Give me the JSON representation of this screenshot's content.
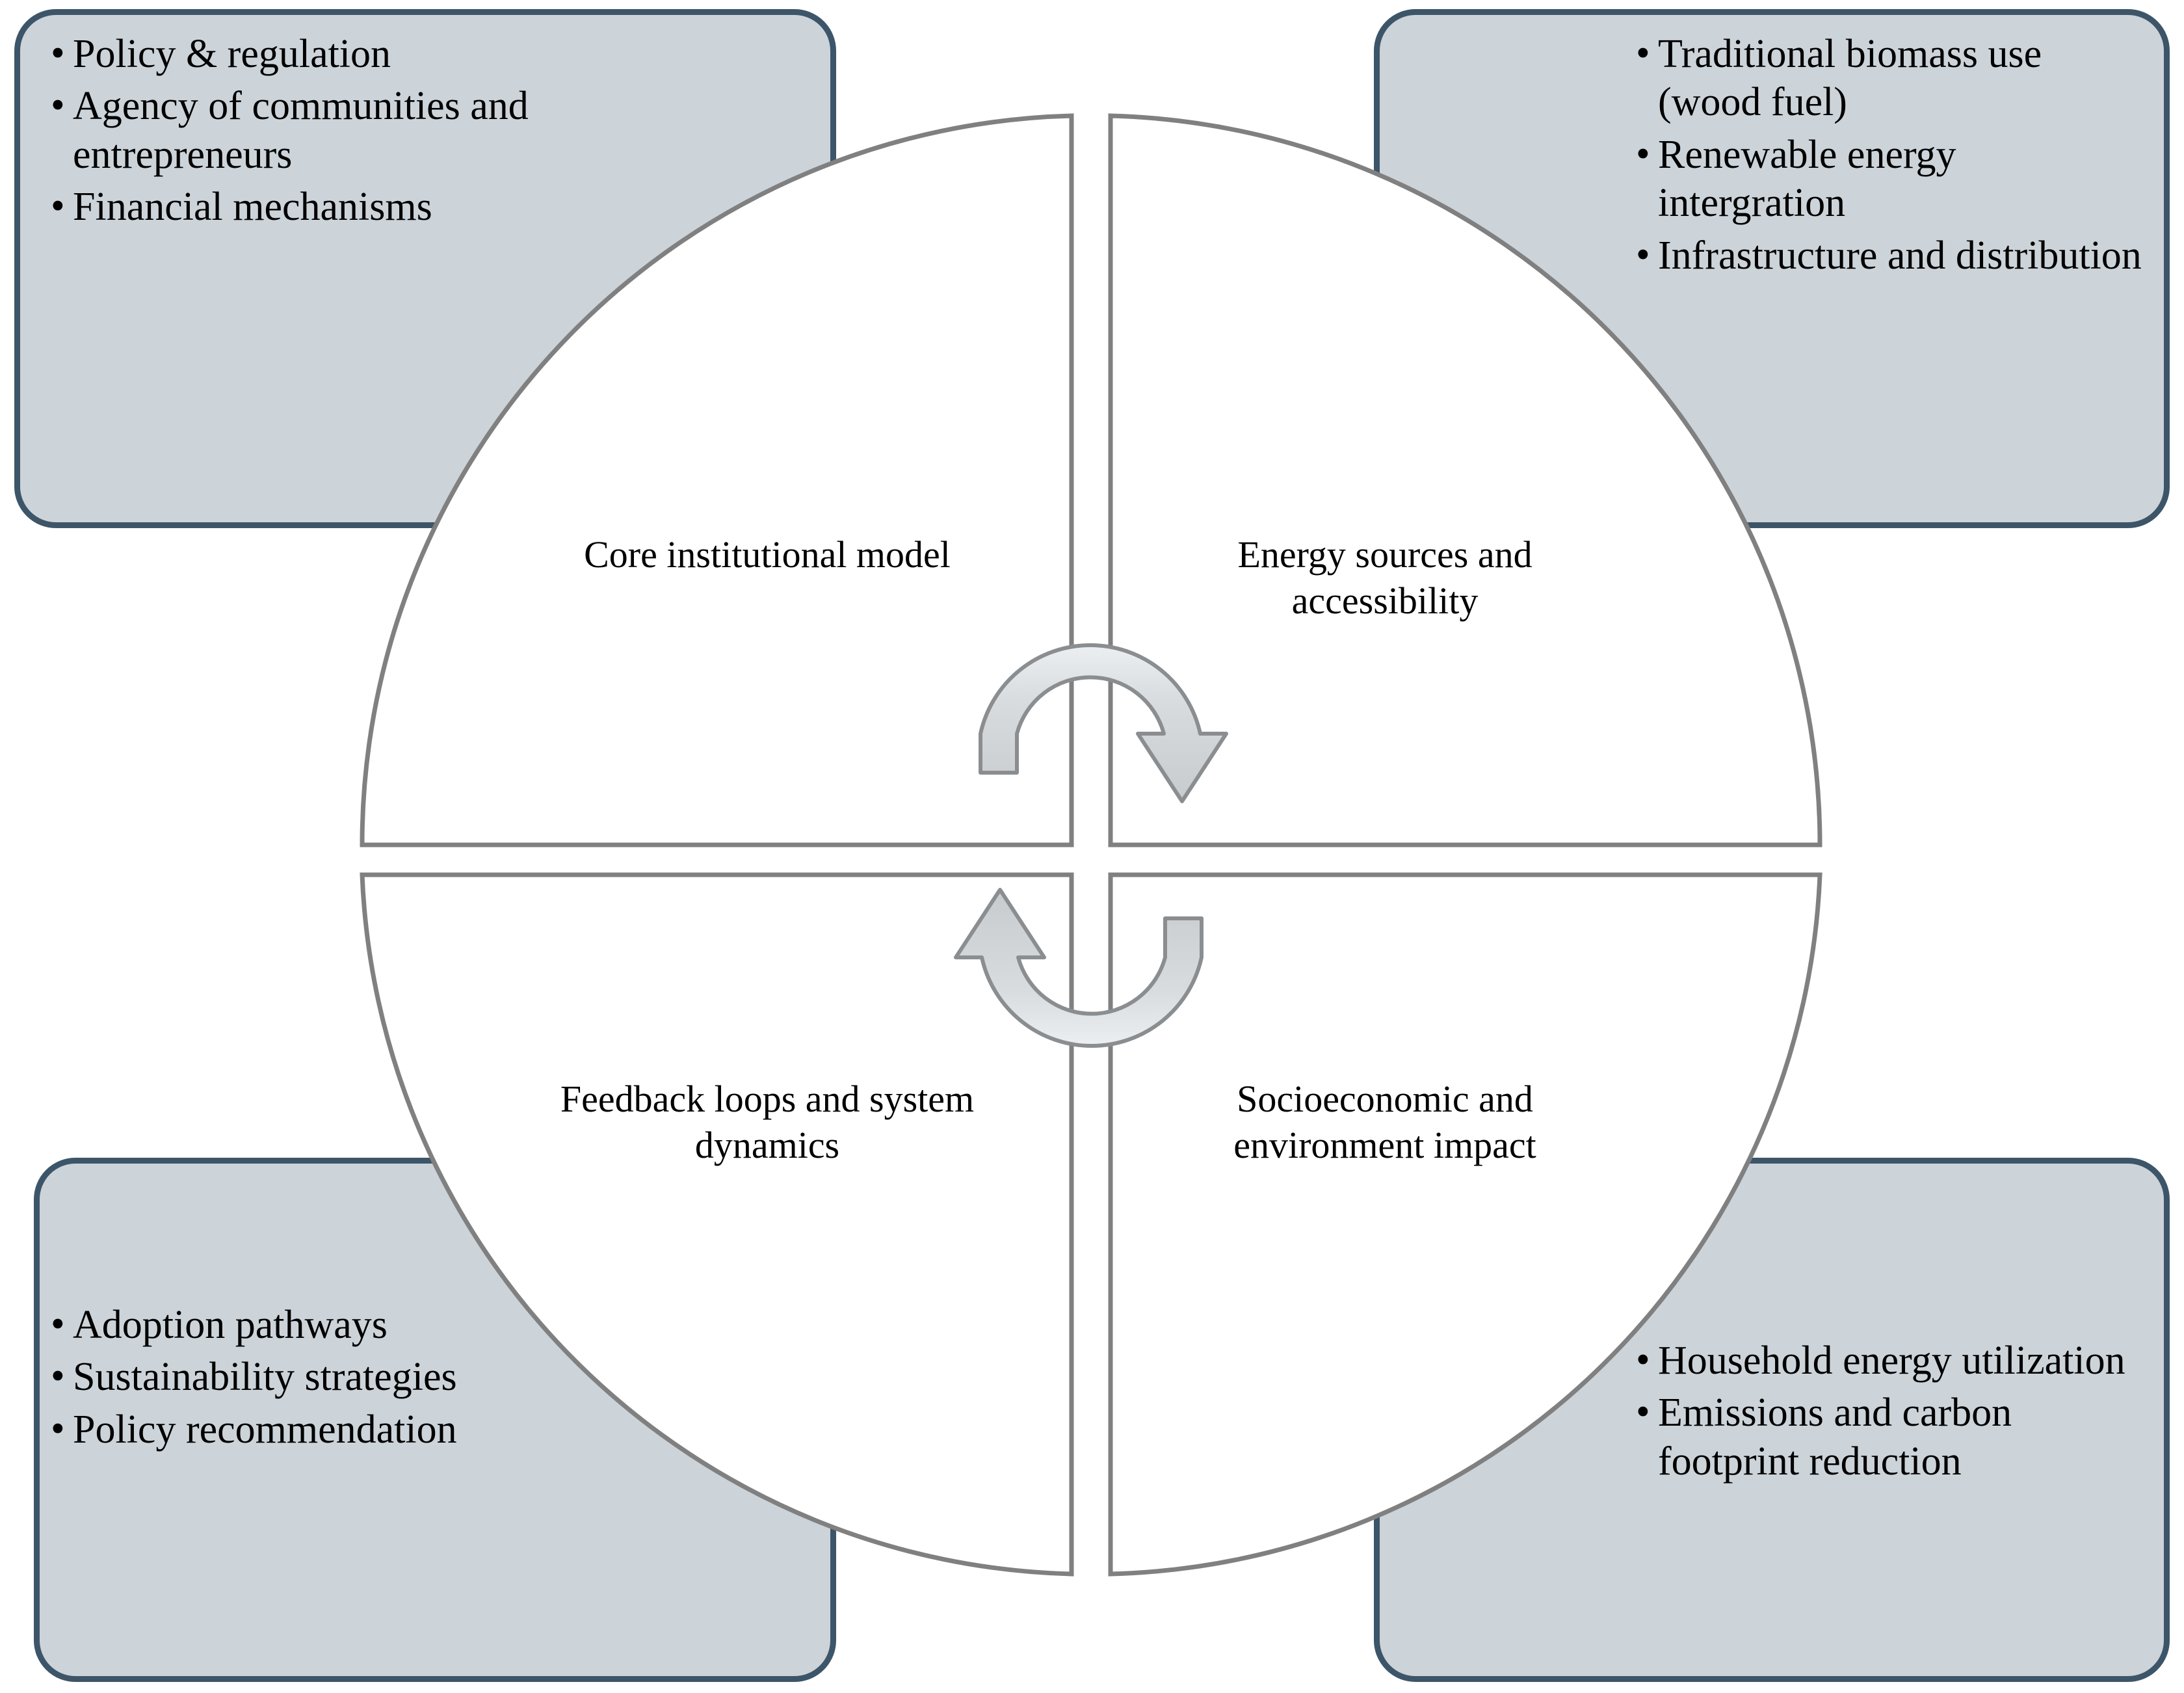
{
  "diagram": {
    "title": "Conceptual framework wheel",
    "colors": {
      "box_fill": "#ccd3d9",
      "box_border": "#3d5568",
      "wheel_stroke": "#808080",
      "wheel_fill": "#ffffff",
      "arrow_fill": "#d3d6d8",
      "arrow_stroke": "#808080",
      "text": "#000000"
    },
    "quadrants": [
      {
        "id": "core-institutional-model",
        "position": "top-left",
        "label": "Core institutional model"
      },
      {
        "id": "energy-sources-accessibility",
        "position": "top-right",
        "label": "Energy sources and accessibility"
      },
      {
        "id": "feedback-loops-system-dynamics",
        "position": "bottom-left",
        "label": "Feedback loops and system dynamics"
      },
      {
        "id": "socioeconomic-environment-impact",
        "position": "bottom-right",
        "label": "Socioeconomic and environment impact"
      }
    ],
    "boxes": [
      {
        "id": "institutional-drivers",
        "position": "top-left",
        "items": [
          "Policy & regulation",
          "Agency of communities and entrepreneurs",
          "Financial mechanisms"
        ]
      },
      {
        "id": "energy-supply-factors",
        "position": "top-right",
        "items": [
          "Traditional biomass use (wood fuel)",
          "Renewable energy intergration",
          "Infrastructure and distribution"
        ]
      },
      {
        "id": "pathways-and-policy",
        "position": "bottom-left",
        "items": [
          "Adoption pathways",
          "Sustainability strategies",
          "Policy recommendation"
        ]
      },
      {
        "id": "impact-outcomes",
        "position": "bottom-right",
        "items": [
          "Household energy utilization",
          "Emissions and carbon footprint reduction"
        ]
      }
    ],
    "center": {
      "icon": "circular-cycle-arrows",
      "arrows": [
        {
          "id": "upper-arrow",
          "direction": "clockwise-to-right"
        },
        {
          "id": "lower-arrow",
          "direction": "counterclockwise-to-left"
        }
      ]
    },
    "bullet_glyph": "•"
  }
}
